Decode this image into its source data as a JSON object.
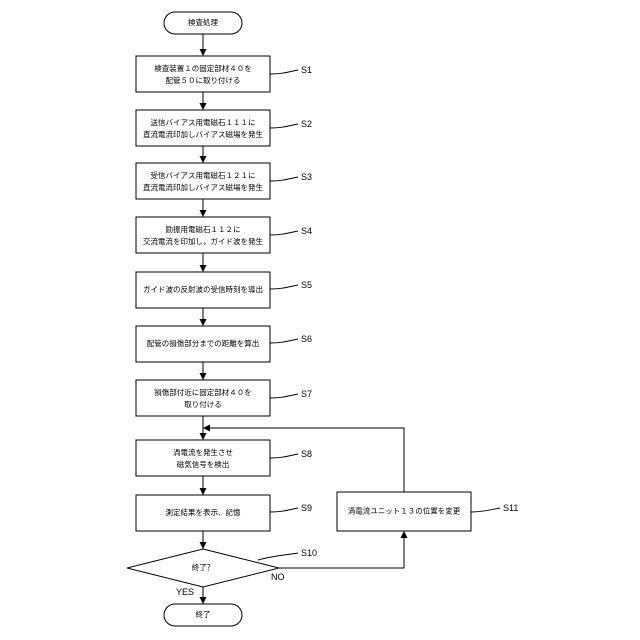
{
  "flowchart": {
    "start": "検査処理",
    "steps": [
      {
        "id": "S1",
        "lines": [
          "検査装置１の固定部材４０を",
          "配管５０に取り付ける"
        ]
      },
      {
        "id": "S2",
        "lines": [
          "送信バイアス用電磁石１１１に",
          "直流電流印加しバイアス磁場を発生"
        ]
      },
      {
        "id": "S3",
        "lines": [
          "受信バイアス用電磁石１２１に",
          "直流電流印加しバイアス磁場を発生"
        ]
      },
      {
        "id": "S4",
        "lines": [
          "励振用電磁石１１２に",
          "交流電流を印加し，ガイド波を発生"
        ]
      },
      {
        "id": "S5",
        "lines": [
          "ガイド波の反射波の受信時刻を導出"
        ]
      },
      {
        "id": "S6",
        "lines": [
          "配管の損傷部分までの距離を算出"
        ]
      },
      {
        "id": "S7",
        "lines": [
          "損傷部付近に固定部材４０を",
          "取り付ける"
        ]
      },
      {
        "id": "S8",
        "lines": [
          "渦電流を発生させ",
          "磁気信号を検出"
        ]
      },
      {
        "id": "S9",
        "lines": [
          "測定結果を表示、記憶"
        ]
      },
      {
        "id": "S11",
        "lines": [
          "渦電流ユニット１３の位置を変更"
        ]
      }
    ],
    "decision": {
      "id": "S10",
      "label": "終了？",
      "no_label": "NO",
      "yes_label": "YES"
    },
    "end": "終了"
  }
}
